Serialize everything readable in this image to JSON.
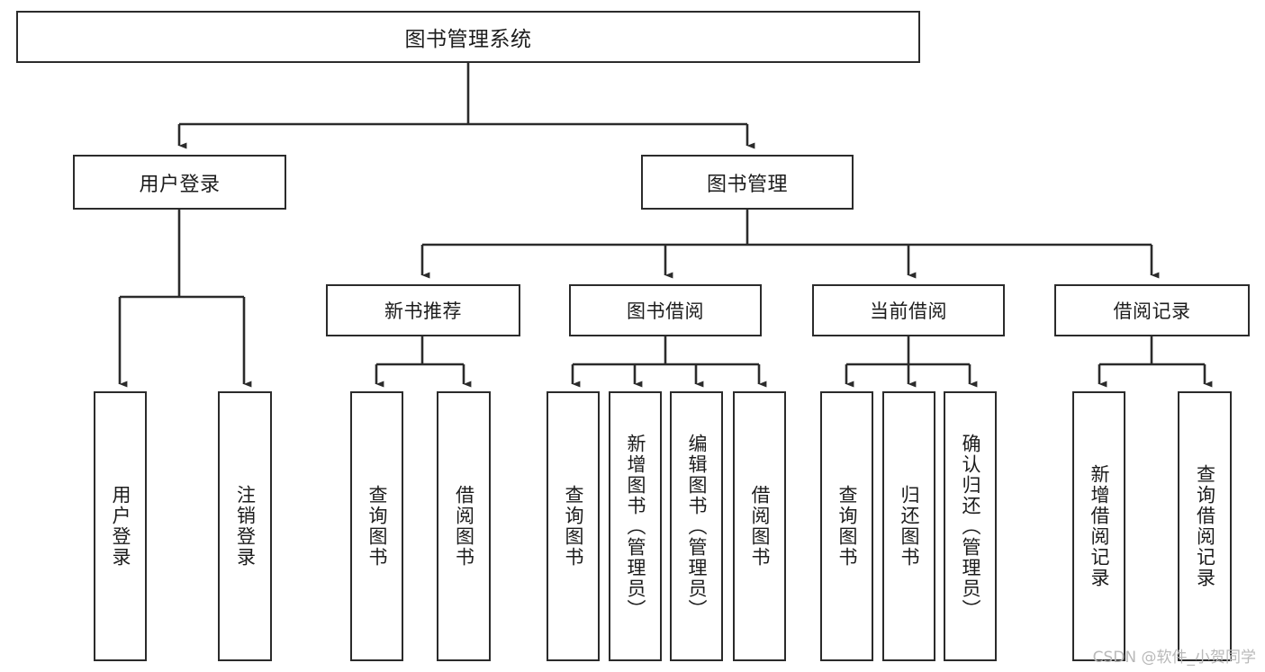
{
  "diagram": {
    "title": "图书管理系统",
    "type": "tree-hierarchy",
    "watermark": "CSDN @软件_小贺同学",
    "colors": {
      "box_border": "#2b2b2b",
      "box_fill": "#ffffff",
      "connector": "#2b2b2b",
      "text": "#1c1c1c",
      "watermark": "#b9b9b9"
    },
    "nodes": {
      "root": {
        "label": "图书管理系统"
      },
      "level2": [
        {
          "id": "user-login",
          "label": "用户登录"
        },
        {
          "id": "book-management",
          "label": "图书管理"
        }
      ],
      "level3": [
        {
          "id": "new-book-recommend",
          "label": "新书推荐"
        },
        {
          "id": "book-borrow",
          "label": "图书借阅"
        },
        {
          "id": "current-borrow",
          "label": "当前借阅"
        },
        {
          "id": "borrow-record",
          "label": "借阅记录"
        }
      ],
      "leaves": [
        {
          "id": "leaf-user-login",
          "label": "用户登录",
          "parent": "user-login"
        },
        {
          "id": "leaf-logout-login",
          "label": "注销登录",
          "parent": "user-login"
        },
        {
          "id": "leaf-query-book-1",
          "label": "查询图书",
          "parent": "new-book-recommend"
        },
        {
          "id": "leaf-borrow-book-1",
          "label": "借阅图书",
          "parent": "new-book-recommend"
        },
        {
          "id": "leaf-query-book-2",
          "label": "查询图书",
          "parent": "book-borrow"
        },
        {
          "id": "leaf-add-book",
          "label": "新增图书（管理员）",
          "parent": "book-borrow"
        },
        {
          "id": "leaf-edit-book",
          "label": "编辑图书（管理员）",
          "parent": "book-borrow"
        },
        {
          "id": "leaf-borrow-book-2",
          "label": "借阅图书",
          "parent": "book-borrow"
        },
        {
          "id": "leaf-query-book-3",
          "label": "查询图书",
          "parent": "current-borrow"
        },
        {
          "id": "leaf-return-book",
          "label": "归还图书",
          "parent": "current-borrow"
        },
        {
          "id": "leaf-confirm-return",
          "label": "确认归还（管理员）",
          "parent": "current-borrow"
        },
        {
          "id": "leaf-add-record",
          "label": "新增借阅记录",
          "parent": "borrow-record"
        },
        {
          "id": "leaf-query-record",
          "label": "查询借阅记录",
          "parent": "borrow-record"
        }
      ]
    }
  }
}
